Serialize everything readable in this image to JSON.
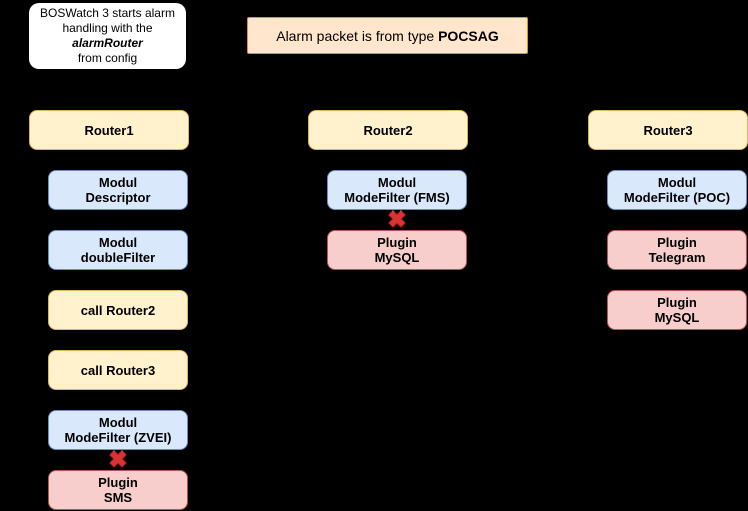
{
  "title_note": {
    "line1": "BOSWatch 3 starts alarm",
    "line2": "handling with the",
    "line3": "alarmRouter",
    "line4": "from config"
  },
  "alarm_note": {
    "text": "Alarm packet is from type ",
    "bold": "POCSAG"
  },
  "icons": {
    "blocked_cross": "✖"
  },
  "columns": [
    {
      "router": "Router1",
      "items": [
        {
          "kind": "module",
          "lines": [
            "Modul",
            "Descriptor"
          ]
        },
        {
          "kind": "module",
          "lines": [
            "Modul",
            "doubleFilter"
          ]
        },
        {
          "kind": "call",
          "lines": [
            "call Router2"
          ]
        },
        {
          "kind": "call",
          "lines": [
            "call Router3"
          ]
        },
        {
          "kind": "module",
          "lines": [
            "Modul",
            "ModeFilter (ZVEI)"
          ]
        },
        {
          "kind": "plugin",
          "lines": [
            "Plugin",
            "SMS"
          ],
          "cross_before": true
        }
      ]
    },
    {
      "router": "Router2",
      "items": [
        {
          "kind": "module",
          "lines": [
            "Modul",
            "ModeFilter (FMS)"
          ]
        },
        {
          "kind": "plugin",
          "lines": [
            "Plugin",
            "MySQL"
          ],
          "cross_before": true
        }
      ]
    },
    {
      "router": "Router3",
      "items": [
        {
          "kind": "module",
          "lines": [
            "Modul",
            "ModeFilter (POC)"
          ]
        },
        {
          "kind": "plugin",
          "lines": [
            "Plugin",
            "Telegram"
          ]
        },
        {
          "kind": "plugin",
          "lines": [
            "Plugin",
            "MySQL"
          ]
        }
      ]
    }
  ],
  "colors": {
    "router_fill": "#FFF2CC",
    "router_border": "#D6B656",
    "module_fill": "#DAE8FC",
    "module_border": "#6C8EBF",
    "plugin_fill": "#F8CECC",
    "plugin_border": "#B85450",
    "note_fill": "#FFE6CC",
    "note_border": "#D79B00",
    "cross_fill": "#D83434",
    "background": "#000000",
    "text": "#000000"
  }
}
